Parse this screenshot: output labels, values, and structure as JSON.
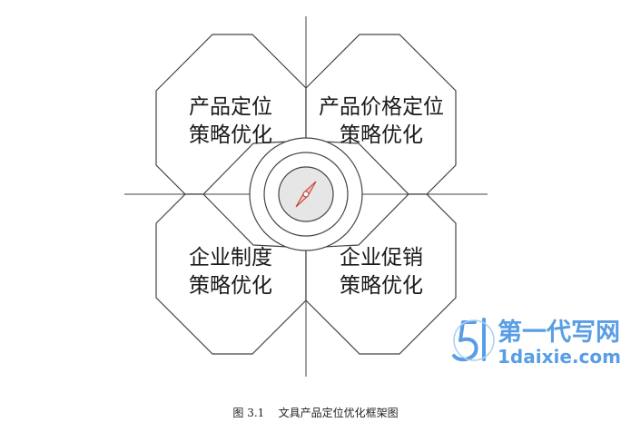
{
  "diagram": {
    "quadrants": {
      "top_left": {
        "line1": "产品定位",
        "line2": "策略优化"
      },
      "top_right": {
        "line1": "产品价格定位",
        "line2": "策略优化"
      },
      "bottom_left": {
        "line1": "企业制度",
        "line2": "策略优化"
      },
      "bottom_right": {
        "line1": "企业促销",
        "line2": "策略优化"
      }
    },
    "caption": "图 3.1    文具产品定位优化框架图",
    "colors": {
      "outline": "#444444",
      "center_fill": "#e6e6e6",
      "pointer_fill": "#f2c8c8",
      "pointer_stroke": "#c0392b",
      "watermark": "#3d8ee0"
    }
  },
  "watermark": {
    "logo_icon": "51-logo-icon",
    "text": "第一代写网",
    "url": "1daixie.com"
  }
}
